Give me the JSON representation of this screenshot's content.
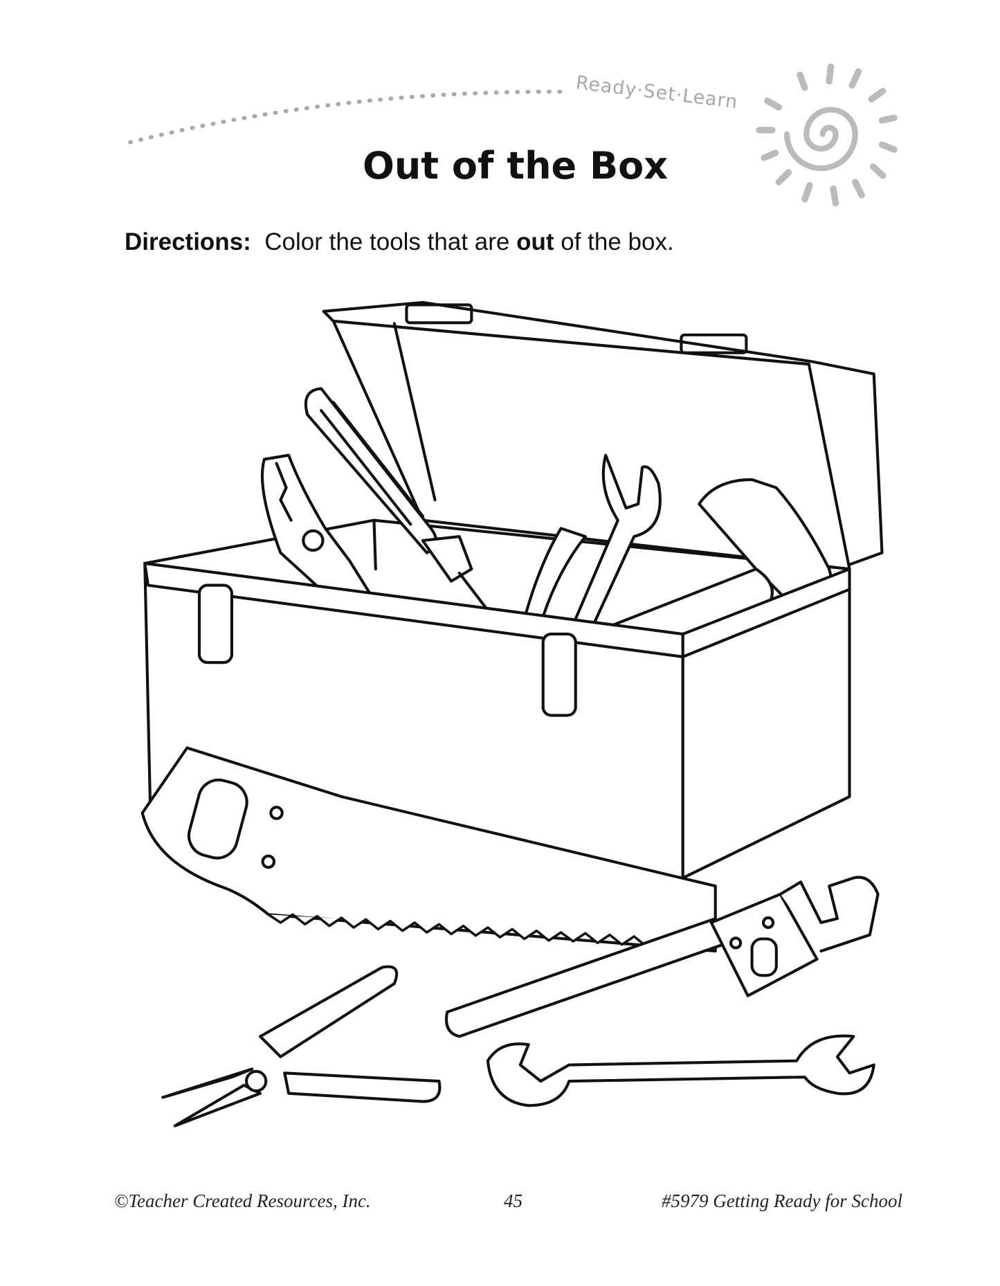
{
  "header": {
    "brand": "Ready·Set·Learn",
    "title": "Out of the Box"
  },
  "directions": {
    "label": "Directions:",
    "text_before": "Color the tools that are",
    "emphasis": "out",
    "text_after": "of the box."
  },
  "footer": {
    "copyright": "©Teacher Created Resources, Inc.",
    "page_number": "45",
    "book": "#5979 Getting Ready for School"
  }
}
